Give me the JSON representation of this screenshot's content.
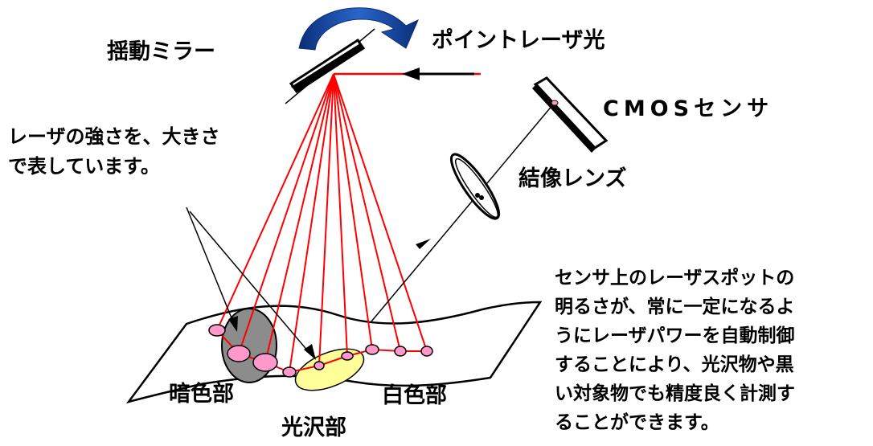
{
  "labels": {
    "mirror": "揺動ミラー",
    "laser": "ポイントレーザ光",
    "sensor": "CMOSセンサ",
    "lens": "結像レンズ",
    "laser_note": [
      "レーザの強さを、大きさ",
      "で表しています。"
    ],
    "control_note": [
      "センサ上のレーザスポットの",
      "明るさが、常に一定になるよ",
      "うにレーザパワーを自動制御",
      "することにより、光沢物や黒",
      "い対象物でも精度良く計測す",
      "ることができます。"
    ],
    "dark": "暗色部",
    "gloss": "光沢部",
    "white": "白色部"
  },
  "colors": {
    "beam": "#ff0000",
    "rotate_arrow": "#1f4fa8",
    "dark_region": "#8c8c8c",
    "gloss_region": "#ffff99",
    "spot": "#ff99cc"
  }
}
